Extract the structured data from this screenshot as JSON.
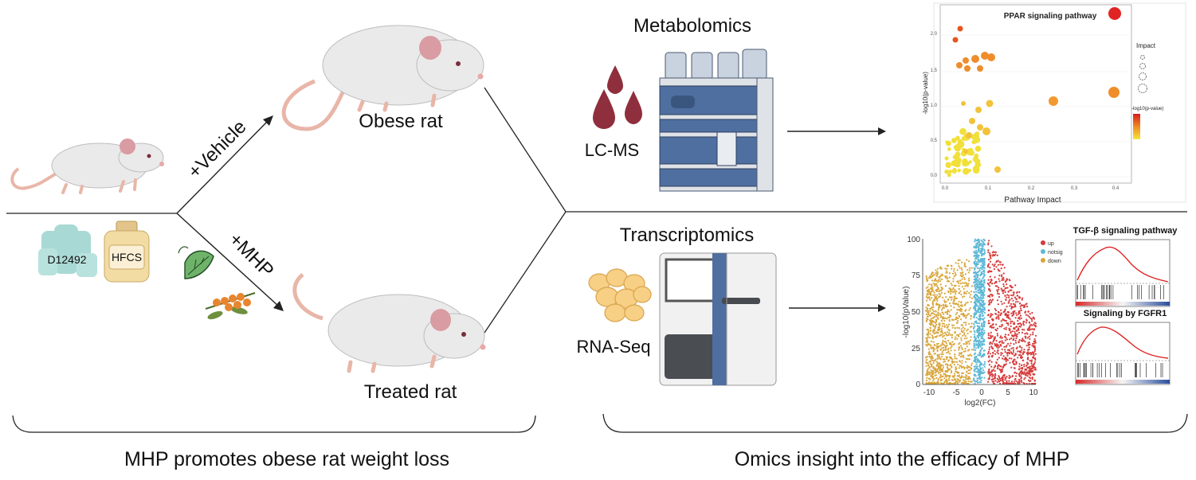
{
  "left": {
    "diets": [
      "D12492",
      "HFCS"
    ],
    "arm_vehicle": "+Vehicle",
    "arm_mhp": "+MHP",
    "outcome_obese": "Obese rat",
    "outcome_treated": "Treated rat",
    "caption": "MHP promotes obese rat weight loss"
  },
  "right": {
    "metabolomics_title": "Metabolomics",
    "lcms_label": "LC-MS",
    "transcriptomics_title": "Transcriptomics",
    "rnaseq_label": "RNA-Seq",
    "caption": "Omics insight into the efficacy of MHP"
  },
  "bubble_plot": {
    "title": "PPAR signaling pathway",
    "xlabel": "Pathway Impact",
    "ylabel": "-log10(p-value)",
    "size_legend_title": "Impact",
    "color_legend_title": "-log10(p-value)",
    "x_ticks": [
      "0.0",
      "0.1",
      "0.2",
      "0.3",
      "0.4"
    ],
    "y_ticks": [
      "0.0",
      "0.5",
      "1.0",
      "1.5",
      "2.0"
    ]
  },
  "volcano_plot": {
    "xlabel": "log2(FC)",
    "ylabel": "-log10(pValue)",
    "legend": [
      "up",
      "notsig",
      "down"
    ],
    "x_ticks": [
      "-10",
      "-5",
      "0",
      "5",
      "10"
    ],
    "y_ticks": [
      "0",
      "25",
      "50",
      "75",
      "100"
    ]
  },
  "gsea": [
    {
      "title": "TGF-β signaling pathway"
    },
    {
      "title": "Signaling by FGFR1"
    }
  ],
  "colors": {
    "up": "#d63a3a",
    "notsig": "#5db8d6",
    "down": "#d9a63c",
    "drop": "#8f2f3d",
    "instrument_blue": "#4f6fa0",
    "rat_body": "#ebeaea",
    "rat_ear": "#d99ca2",
    "tail": "#e8b6a8"
  }
}
